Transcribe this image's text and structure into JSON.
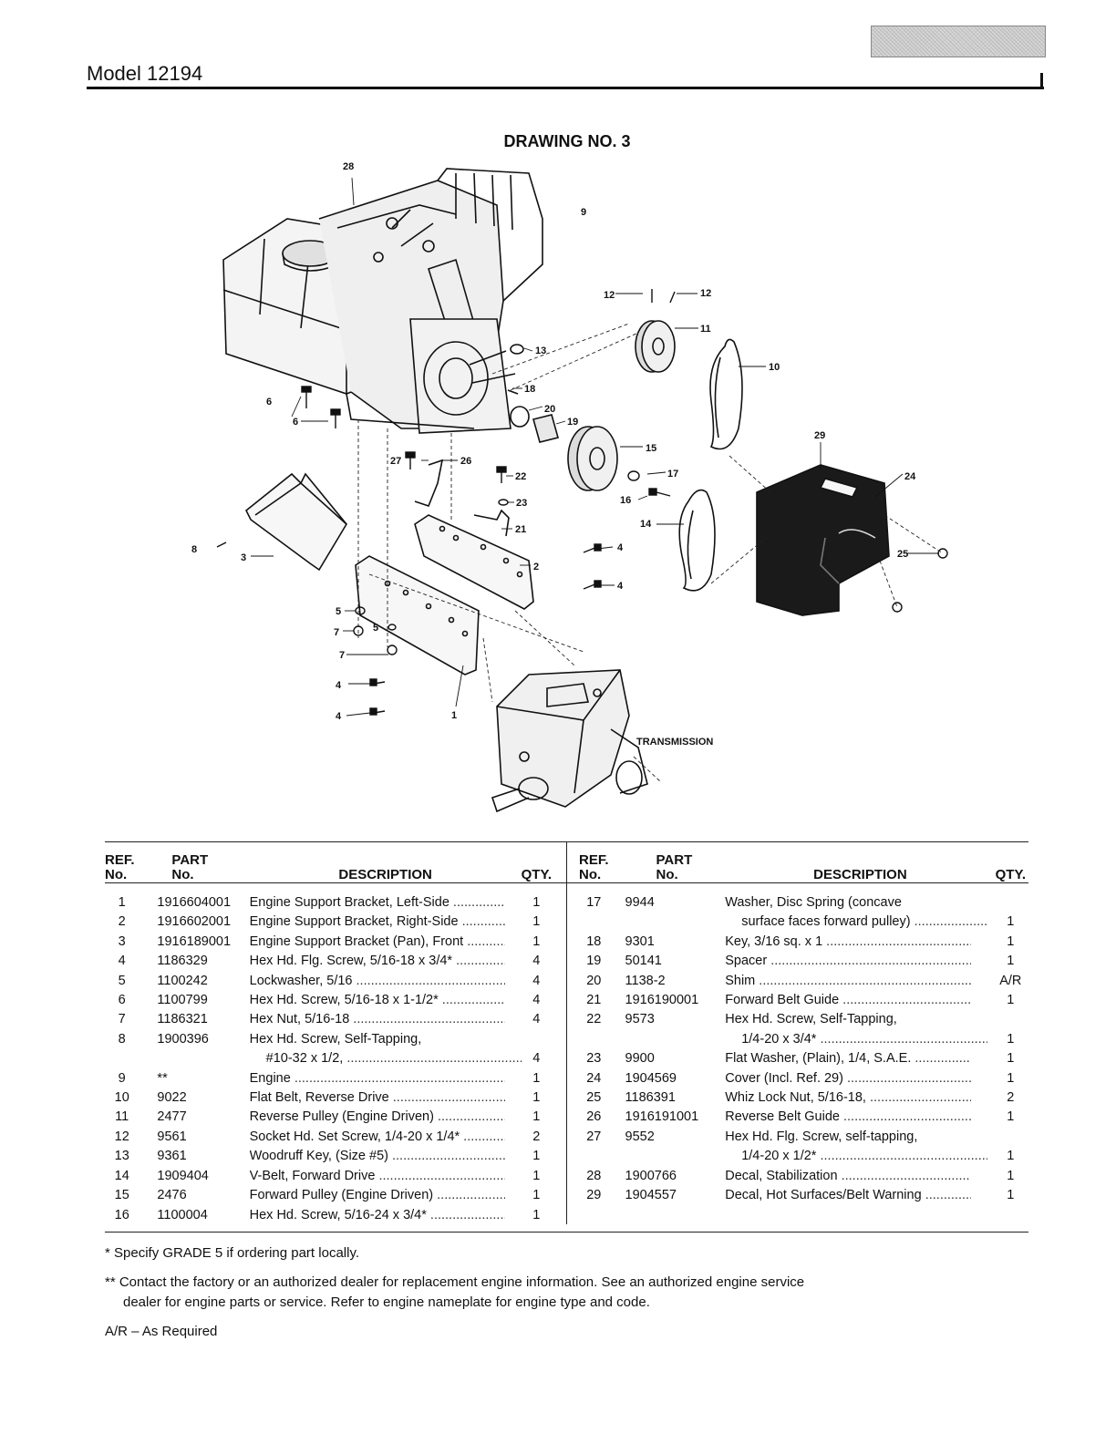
{
  "header": {
    "model": "Model 12194"
  },
  "drawing": {
    "title": "DRAWING NO. 3",
    "callouts": [
      "28",
      "9",
      "12",
      "12",
      "11",
      "10",
      "13",
      "18",
      "20",
      "19",
      "15",
      "17",
      "16",
      "14",
      "29",
      "24",
      "25",
      "6",
      "6",
      "27",
      "26",
      "22",
      "23",
      "21",
      "2",
      "4",
      "4",
      "8",
      "3",
      "5",
      "7",
      "5",
      "7",
      "4",
      "4",
      "1"
    ],
    "transmission_label": "TRANSMISSION"
  },
  "table_headers": {
    "ref": "REF.",
    "ref2": "No.",
    "part": "PART",
    "part2": "No.",
    "description": "DESCRIPTION",
    "qty": "QTY."
  },
  "parts_left": [
    {
      "ref": "1",
      "part": "1916604001",
      "desc": "Engine Support Bracket, Left-Side",
      "qty": "1"
    },
    {
      "ref": "2",
      "part": "1916602001",
      "desc": "Engine Support Bracket, Right-Side",
      "qty": "1"
    },
    {
      "ref": "3",
      "part": "1916189001",
      "desc": "Engine Support Bracket (Pan), Front",
      "qty": "1"
    },
    {
      "ref": "4",
      "part": "1186329",
      "desc": "Hex Hd. Flg. Screw, 5/16-18 x 3/4*",
      "qty": "4"
    },
    {
      "ref": "5",
      "part": "1100242",
      "desc": "Lockwasher, 5/16",
      "qty": "4"
    },
    {
      "ref": "6",
      "part": "1100799",
      "desc": "Hex Hd. Screw, 5/16-18 x 1-1/2*",
      "qty": "4"
    },
    {
      "ref": "7",
      "part": "1186321",
      "desc": "Hex Nut, 5/16-18",
      "qty": "4"
    },
    {
      "ref": "8",
      "part": "1900396",
      "desc": "Hex Hd. Screw, Self-Tapping,",
      "qty": ""
    },
    {
      "ref": "",
      "part": "",
      "desc": "#10-32 x 1/2,",
      "qty": "4",
      "indent": true
    },
    {
      "ref": "9",
      "part": "**",
      "desc": "Engine",
      "qty": "1"
    },
    {
      "ref": "10",
      "part": "9022",
      "desc": "Flat Belt, Reverse Drive",
      "qty": "1"
    },
    {
      "ref": "11",
      "part": "2477",
      "desc": "Reverse Pulley (Engine Driven)",
      "qty": "1"
    },
    {
      "ref": "12",
      "part": "9561",
      "desc": "Socket Hd. Set Screw, 1/4-20 x 1/4*",
      "qty": "2"
    },
    {
      "ref": "13",
      "part": "9361",
      "desc": "Woodruff Key, (Size #5)",
      "qty": "1"
    },
    {
      "ref": "14",
      "part": "1909404",
      "desc": "V-Belt, Forward Drive",
      "qty": "1"
    },
    {
      "ref": "15",
      "part": "2476",
      "desc": "Forward Pulley (Engine Driven)",
      "qty": "1"
    },
    {
      "ref": "16",
      "part": "1100004",
      "desc": "Hex Hd. Screw, 5/16-24 x 3/4*",
      "qty": "1"
    }
  ],
  "parts_right": [
    {
      "ref": "17",
      "part": "9944",
      "desc": "Washer, Disc Spring (concave",
      "qty": ""
    },
    {
      "ref": "",
      "part": "",
      "desc": "surface faces forward pulley)",
      "qty": "1",
      "indent": true
    },
    {
      "ref": "18",
      "part": "9301",
      "desc": "Key, 3/16 sq. x 1",
      "qty": "1"
    },
    {
      "ref": "19",
      "part": "50141",
      "desc": "Spacer",
      "qty": "1"
    },
    {
      "ref": "20",
      "part": "1138-2",
      "desc": "Shim",
      "qty": "A/R"
    },
    {
      "ref": "21",
      "part": "1916190001",
      "desc": "Forward Belt Guide",
      "qty": "1"
    },
    {
      "ref": "22",
      "part": "9573",
      "desc": "Hex Hd. Screw, Self-Tapping,",
      "qty": ""
    },
    {
      "ref": "",
      "part": "",
      "desc": "1/4-20 x 3/4*",
      "qty": "1",
      "indent": true
    },
    {
      "ref": "23",
      "part": "9900",
      "desc": "Flat Washer, (Plain), 1/4, S.A.E.",
      "qty": "1"
    },
    {
      "ref": "24",
      "part": "1904569",
      "desc": "Cover (Incl. Ref. 29)",
      "qty": "1"
    },
    {
      "ref": "25",
      "part": "1186391",
      "desc": "Whiz Lock Nut, 5/16-18,",
      "qty": "2"
    },
    {
      "ref": "26",
      "part": "1916191001",
      "desc": "Reverse Belt Guide",
      "qty": "1"
    },
    {
      "ref": "27",
      "part": "9552",
      "desc": "Hex Hd. Flg. Screw, self-tapping,",
      "qty": ""
    },
    {
      "ref": "",
      "part": "",
      "desc": "1/4-20 x 1/2*",
      "qty": "1",
      "indent": true
    },
    {
      "ref": "28",
      "part": "1900766",
      "desc": "Decal, Stabilization",
      "qty": "1"
    },
    {
      "ref": "29",
      "part": "1904557",
      "desc": "Decal, Hot Surfaces/Belt Warning",
      "qty": "1"
    }
  ],
  "footnotes": {
    "grade": "* Specify GRADE 5 if ordering part locally.",
    "engine": "** Contact the factory or an authorized dealer for replacement engine information. See an authorized engine service dealer for engine parts or service.  Refer to engine nameplate for engine type and code.",
    "ar": "A/R – As Required"
  }
}
